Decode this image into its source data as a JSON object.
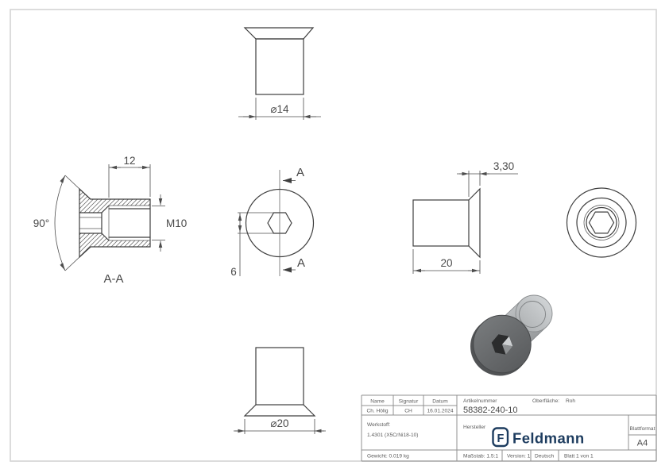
{
  "views": {
    "top": {
      "dia_label": "⌀14"
    },
    "section": {
      "length_label": "12",
      "angle_label": "90°",
      "thread_label": "M10",
      "section_label": "A-A"
    },
    "hex": {
      "hex_width_label": "6",
      "cut_label_top": "A",
      "cut_label_bottom": "A"
    },
    "side": {
      "head_label": "3,30",
      "length_label": "20"
    },
    "bottom": {
      "dia_label": "⌀20"
    }
  },
  "title_block": {
    "col_name": "Name",
    "col_signature": "Signatur",
    "col_date": "Datum",
    "name": "Ch. Hölig",
    "signature": "CH",
    "date": "16.01.2024",
    "article_label": "Artikelnummer",
    "article_number": "58382-240-10",
    "surface_label": "Oberfläche:",
    "surface_value": "Roh",
    "material_label": "Werkstoff:",
    "material_value": "1.4301 (X5CrNi18-10)",
    "manufacturer_label": "Hersteller",
    "logo_letter": "F",
    "logo_text": "Feldmann",
    "format_label": "Blattformat",
    "format_value": "A4",
    "weight": "Gewicht: 0.019 kg",
    "scale": "Maßstab: 1.5:1",
    "version": "Version: 1",
    "language": "Deutsch",
    "sheet": "Blatt 1 von 1"
  },
  "colors": {
    "logo_navy": "#1d3c5f",
    "line_dark": "#3e3e3e",
    "line_thin": "#4d4d4d",
    "frame_gray": "#d4d4d4",
    "table_border": "#909090",
    "render_head": "#646668",
    "render_body": "#b2b5b7"
  }
}
